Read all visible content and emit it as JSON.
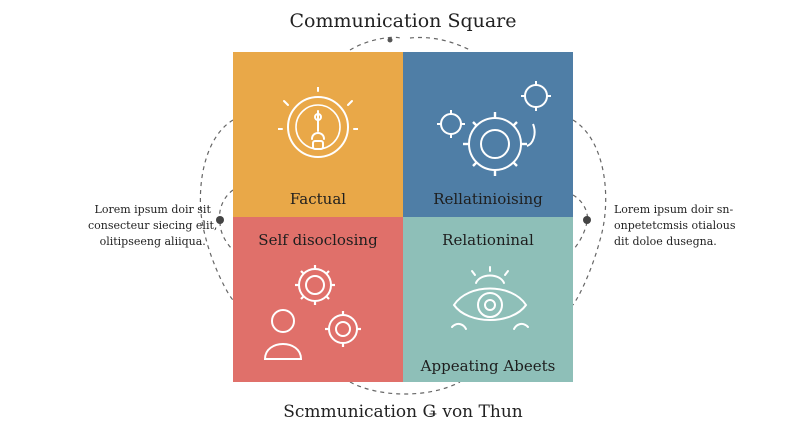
{
  "title": "Communication Square",
  "footer": "Scmmunication Ǥ von Thun",
  "colors": {
    "factual": "#e9a848",
    "relationship_top": "#4f7ea6",
    "self_disclosing": "#e0706a",
    "relational": "#8ebfb8",
    "icon_stroke": "#ffffff",
    "ring": "#555555"
  },
  "quadrants": {
    "top_left": {
      "label": "Factual",
      "icon": "lightbulb-icon"
    },
    "top_right": {
      "label": "Rellatinioising",
      "icon": "gears-icon"
    },
    "bottom_left": {
      "label": "Self disoclosing",
      "icon": "people-gears-icon"
    },
    "bottom_right": {
      "label": "Relationinal",
      "sublabel": "Appeating Abeets",
      "icon": "eye-icon"
    }
  },
  "left_text": [
    "Lorem ipsum doir sit",
    "consecteur siecing elit,",
    "olitipseeng aliiqua."
  ],
  "right_text": [
    "Lorem ipsum doir sn-",
    "onpetetcmsis otialous",
    "dit doloe dusegna."
  ]
}
